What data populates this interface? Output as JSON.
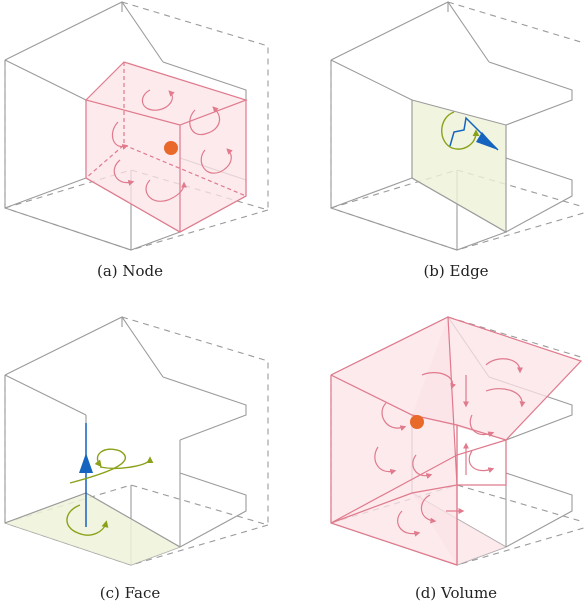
{
  "panels": [
    {
      "id": "a",
      "caption": "(a) Node"
    },
    {
      "id": "b",
      "caption": "(b) Edge"
    },
    {
      "id": "c",
      "caption": "(c) Face"
    },
    {
      "id": "d",
      "caption": "(d) Volume"
    }
  ],
  "colors": {
    "grid": "#9b9b9b",
    "cell": "#e07a8c",
    "node": "#e8692a",
    "face_fill": "#eef2d8",
    "circulation": "#8aa21a",
    "vector": "#1565c0"
  }
}
